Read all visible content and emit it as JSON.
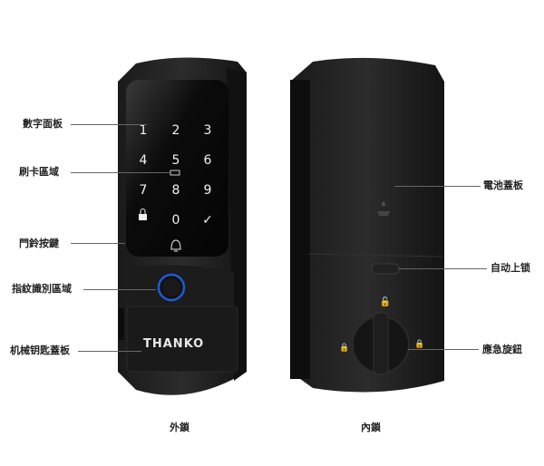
{
  "front_lock": {
    "caption": "外鎖",
    "brand": "THANKO",
    "keypad": [
      "1",
      "2",
      "3",
      "4",
      "5",
      "6",
      "7",
      "8",
      "9",
      "0"
    ],
    "labels": {
      "keypad": "數字面板",
      "card_area": "刷卡區域",
      "doorbell": "門鈴按鍵",
      "fingerprint": "指紋識別區域",
      "key_cover": "机械钥匙蓋板"
    }
  },
  "back_lock": {
    "caption": "內鎖",
    "labels": {
      "battery_cover": "電池蓋板",
      "auto_lock": "自动上锁",
      "emergency_knob": "應急旋鈕"
    }
  }
}
